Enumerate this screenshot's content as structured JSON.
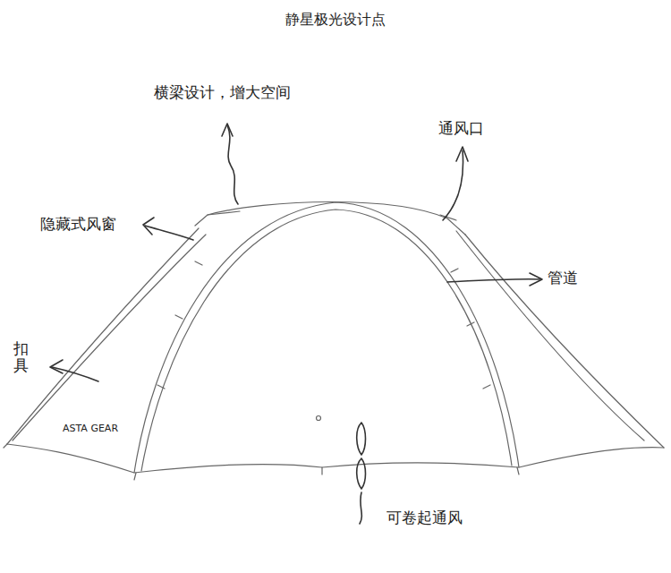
{
  "diagram": {
    "title": "静星极光设计点",
    "labels": [
      "横梁设计，增大空间",
      "通风口",
      "隐藏式风窗",
      "管道",
      "扣具",
      "ASTA GEAR",
      "可卷起通风"
    ]
  }
}
